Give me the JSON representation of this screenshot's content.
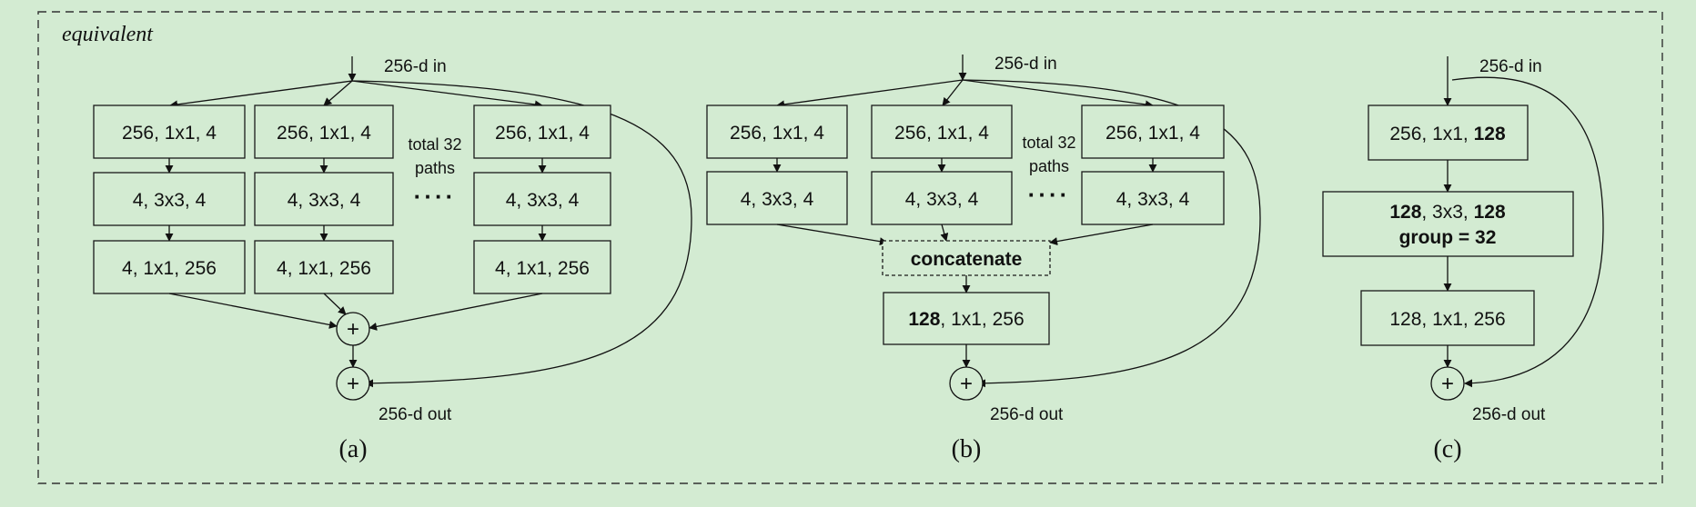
{
  "frame_label": "equivalent",
  "panel_a": {
    "input": "256-d in",
    "output": "256-d out",
    "caption": "(a)",
    "paths_label_1": "total 32",
    "paths_label_2": "paths",
    "dots": "····",
    "layer1": "256, 1x1, 4",
    "layer2": "4, 3x3, 4",
    "layer3": "4, 1x1, 256",
    "plus": "+"
  },
  "panel_b": {
    "input": "256-d in",
    "output": "256-d out",
    "caption": "(b)",
    "paths_label_1": "total 32",
    "paths_label_2": "paths",
    "dots": "····",
    "layer1": "256, 1x1, 4",
    "layer2": "4, 3x3, 4",
    "concat": "concatenate",
    "final_bold": "128",
    "final_rest": ", 1x1, 256",
    "plus": "+"
  },
  "panel_c": {
    "input": "256-d in",
    "output": "256-d out",
    "caption": "(c)",
    "layer1_rest": "256, 1x1, ",
    "layer1_bold": "128",
    "layer2_bold1": "128",
    "layer2_mid": ", 3x3, ",
    "layer2_bold2": "128",
    "layer2_line2": "group = 32",
    "layer3": "128, 1x1, 256",
    "plus": "+"
  }
}
